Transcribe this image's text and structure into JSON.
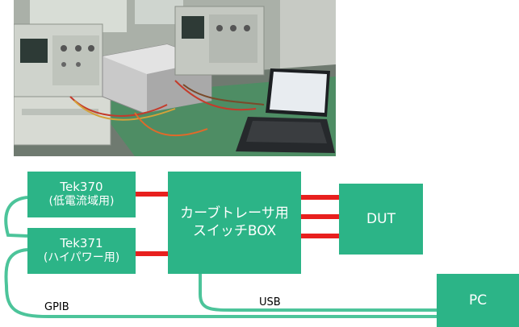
{
  "photo": {
    "description_icons": [
      "oscilloscope-curve-tracer",
      "switch-box",
      "laptop"
    ]
  },
  "diagram": {
    "tek370": {
      "line1": "Tek370",
      "line2": "(低電流域用)"
    },
    "tek371": {
      "line1": "Tek371",
      "line2": "(ハイパワー用)"
    },
    "switch_box": {
      "line1": "カーブトレーサ用",
      "line2": "スイッチBOX"
    },
    "dut": {
      "label": "DUT"
    },
    "pc": {
      "label": "PC"
    },
    "gpib_label": "GPIB",
    "usb_label": "USB"
  },
  "colors": {
    "box_green": "#2cb487",
    "cable_green": "#4cc49a",
    "connector_red": "#e8201e"
  }
}
